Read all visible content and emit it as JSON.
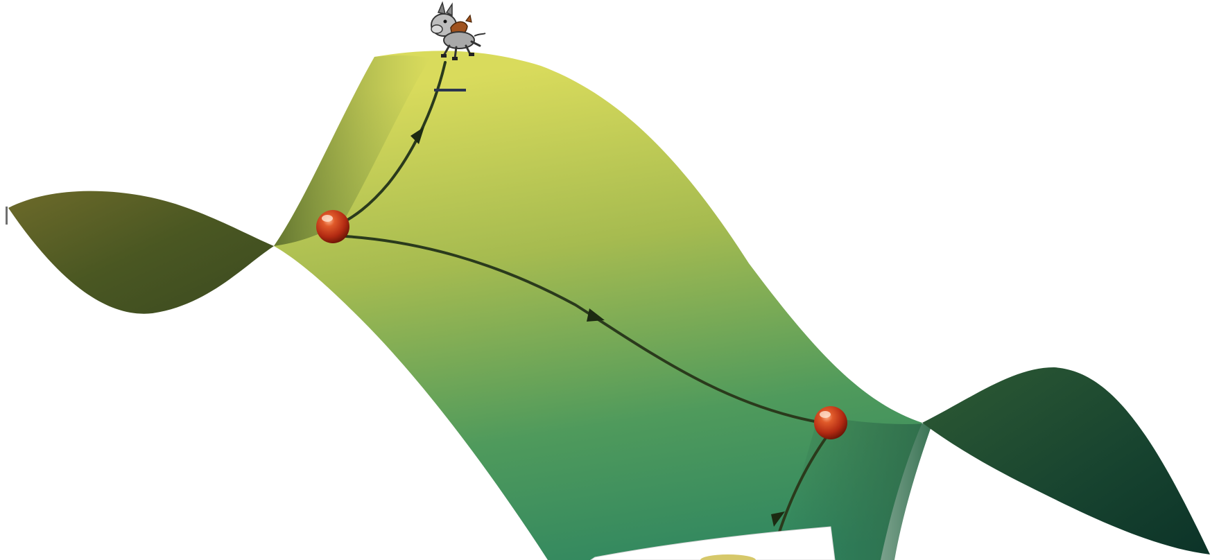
{
  "scene": {
    "subject": "saddle-surface-with-critical-points",
    "surface_colors": {
      "highlight": "#d6d65a",
      "mid": "#93ad4c",
      "teal": "#2f8a5a",
      "shadow": "#3f4d22",
      "deep": "#0f3a2c"
    },
    "critical_point_color": "#c8361a",
    "trajectory_color": "#2a3a1c",
    "critical_points": [
      {
        "id": "upper-saddle-point"
      },
      {
        "id": "lower-saddle-point"
      }
    ],
    "icons": [
      "donkey-icon",
      "arrowhead-icon"
    ]
  }
}
